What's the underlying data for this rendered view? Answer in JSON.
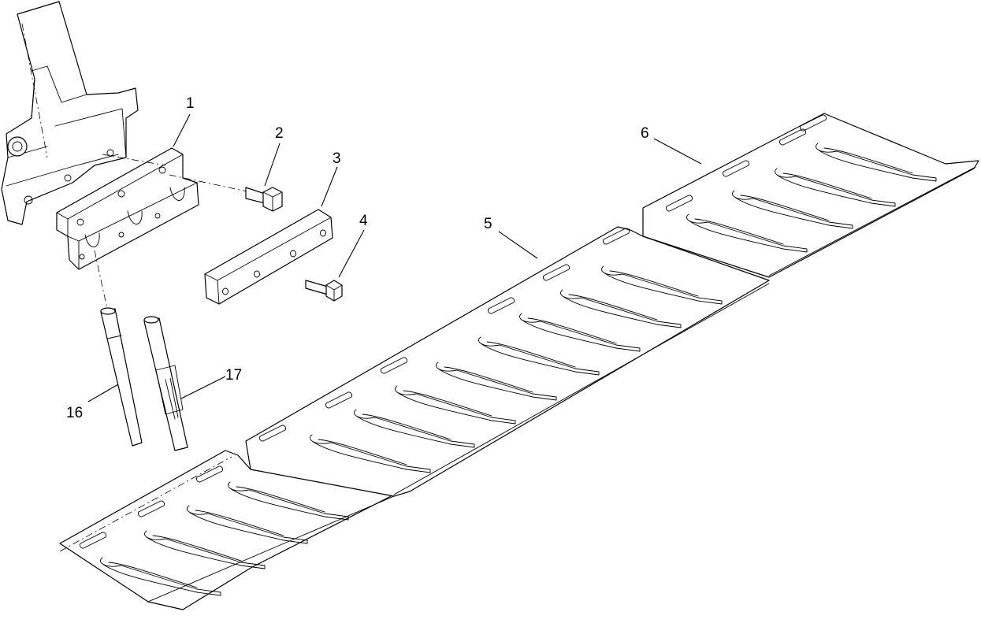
{
  "callouts": [
    {
      "id": "bar",
      "label": "1"
    },
    {
      "id": "bolt-large",
      "label": "2"
    },
    {
      "id": "clamp-plate",
      "label": "3"
    },
    {
      "id": "bolt-small",
      "label": "4"
    },
    {
      "id": "knife-section",
      "label": "5"
    },
    {
      "id": "knife-end",
      "label": "6"
    },
    {
      "id": "pin-plain",
      "label": "16"
    },
    {
      "id": "pin-slotted",
      "label": "17"
    }
  ]
}
